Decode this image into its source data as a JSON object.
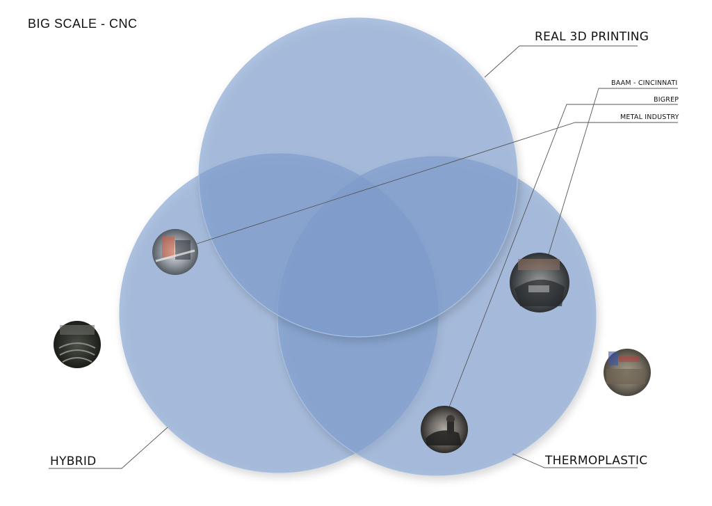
{
  "title": "BIG SCALE - CNC",
  "sets": {
    "real3d": "REAL 3D PRINTING",
    "hybrid": "HYBRID",
    "thermoplastic": "THERMOPLASTIC"
  },
  "callouts": {
    "baam": "BAAM - CINCINNATI",
    "bigrep": "BIGREP",
    "metal": "METAL INDUSTRY"
  },
  "colors": {
    "circle_fill": "#7f9fd0",
    "circle_stroke": "#a9bfdf",
    "leader": "#555555"
  }
}
